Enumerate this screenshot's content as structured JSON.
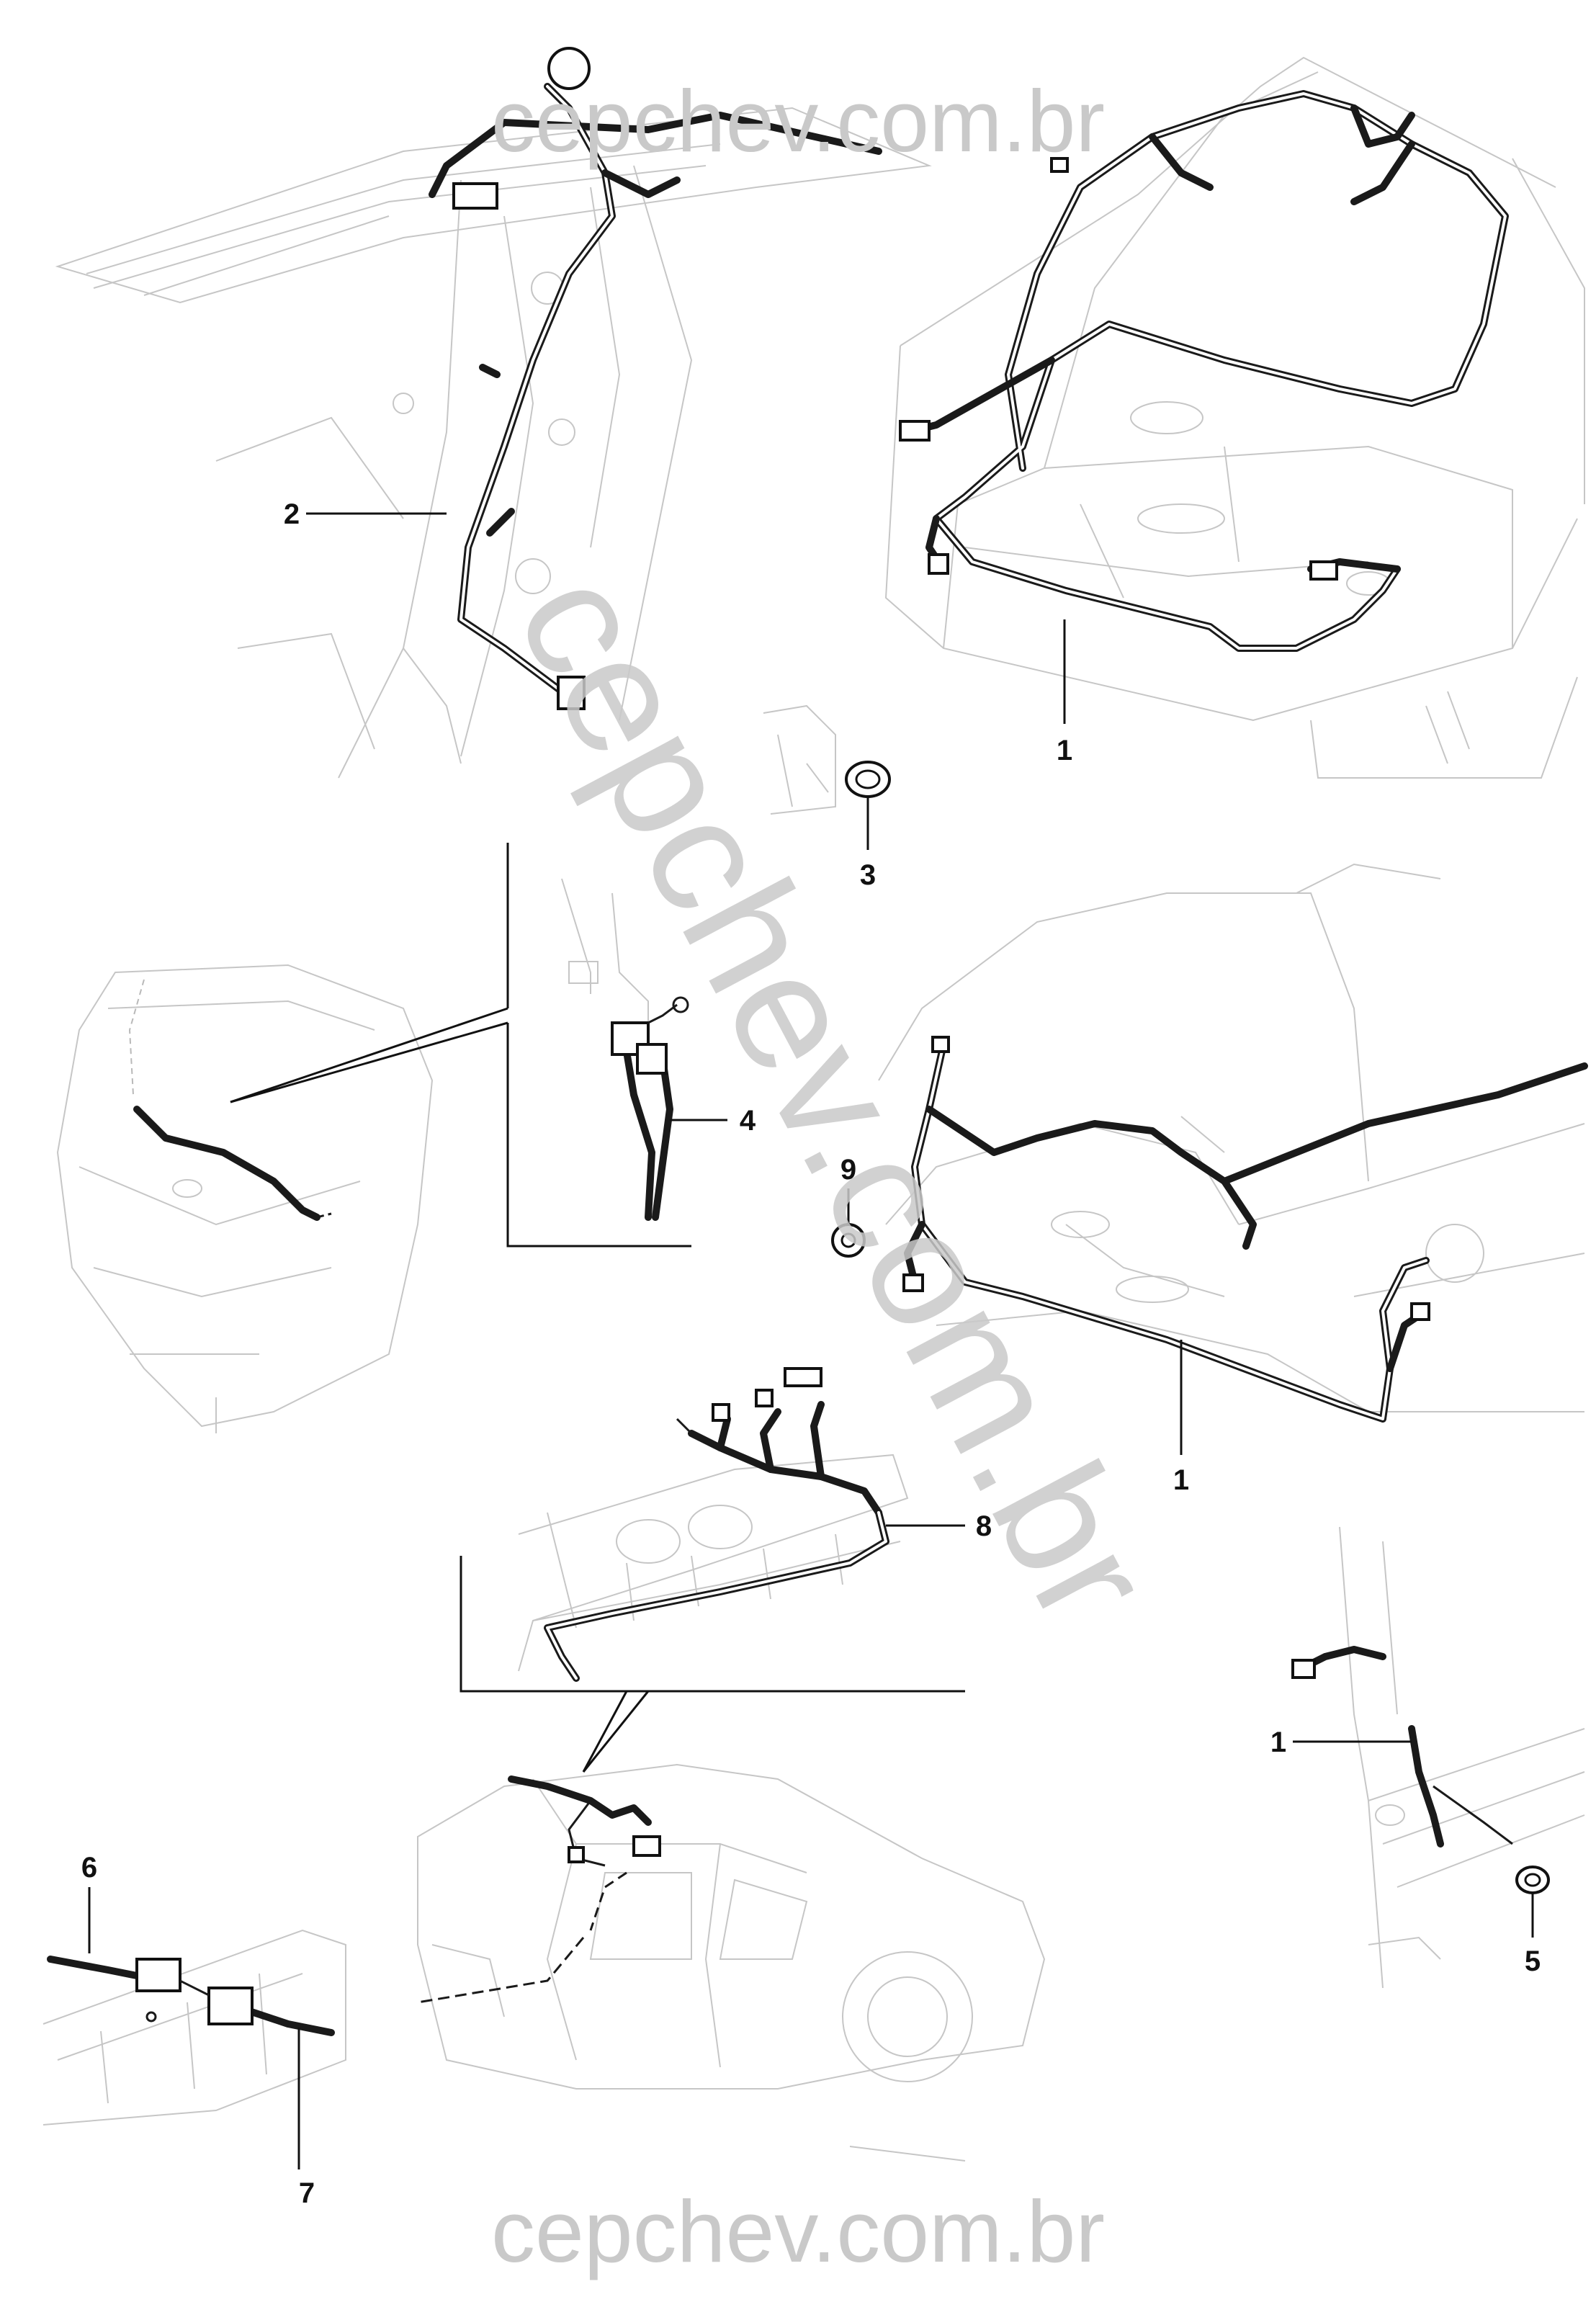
{
  "watermark": {
    "top": "cepchev.com.br",
    "bottom": "cepchev.com.br",
    "diagonal": "cepchev.com.br"
  },
  "callouts": {
    "c1_trunk": "1",
    "c2_pillar": "2",
    "c3_grommet": "3",
    "c4_connector": "4",
    "c9_clip": "9",
    "c1_floor": "1",
    "c8_rear_panel": "8",
    "c1_rocker": "1",
    "c5_grommet": "5",
    "c6_connector_a": "6",
    "c7_connector_b": "7"
  },
  "colors": {
    "harness": "#1a1a1a",
    "ghost_lines": "#c6c6c6",
    "watermark": "#c9c9c9"
  }
}
